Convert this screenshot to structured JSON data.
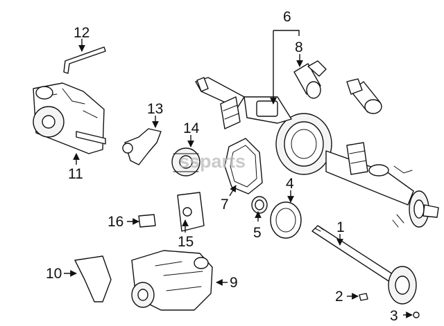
{
  "watermark": "ssparts",
  "callouts": {
    "c1": "1",
    "c2": "2",
    "c3": "3",
    "c4": "4",
    "c5": "5",
    "c6": "6",
    "c7": "7",
    "c8": "8",
    "c9": "9",
    "c10": "10",
    "c11": "11",
    "c12": "12",
    "c13": "13",
    "c14": "14",
    "c15": "15",
    "c16": "16"
  }
}
